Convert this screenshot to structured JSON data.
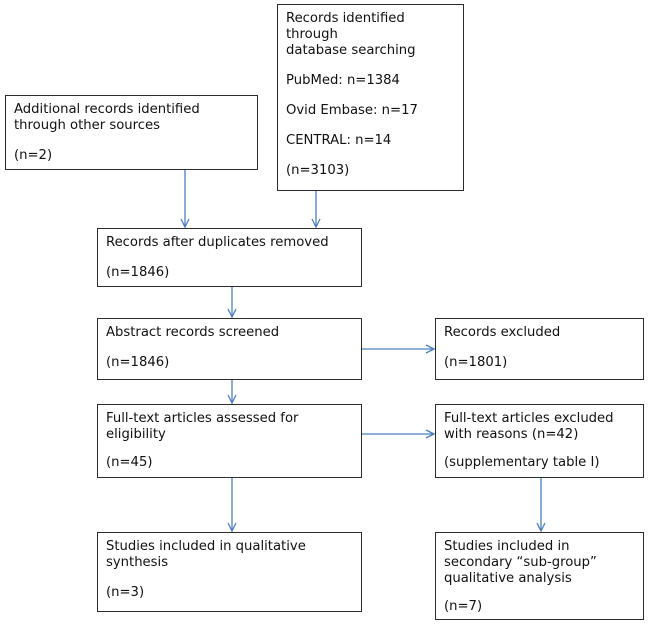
{
  "boxes": {
    "database_search": {
      "title": "Records identified through\ndatabase searching",
      "pubmed": "PubMed: n=1384",
      "embase": "Ovid Embase: n=17",
      "central": "CENTRAL: n=14",
      "count": "(n=3103)"
    },
    "other_sources": {
      "title": "Additional records identified\nthrough other sources",
      "count": "(n=2)"
    },
    "duplicates_removed": {
      "title": "Records after duplicates removed",
      "count": "(n=1846)"
    },
    "abstract_screened": {
      "title": "Abstract records screened",
      "count": "(n=1846)"
    },
    "records_excluded": {
      "title": "Records excluded",
      "count": "(n=1801)"
    },
    "fulltext_assessed": {
      "title": "Full-text articles assessed for\neligibility",
      "count": "(n=45)"
    },
    "fulltext_excluded": {
      "title": "Full-text articles excluded\nwith reasons (n=42)",
      "note": "(supplementary table I)"
    },
    "qualitative_synthesis": {
      "title": "Studies included in qualitative\nsynthesis",
      "count": "(n=3)"
    },
    "subgroup_analysis": {
      "title": "Studies included in\nsecondary “sub-group”\nqualitative analysis",
      "count": "(n=7)"
    }
  },
  "colors": {
    "border": "#2c2c2c",
    "arrow": "#4a7fc1"
  }
}
